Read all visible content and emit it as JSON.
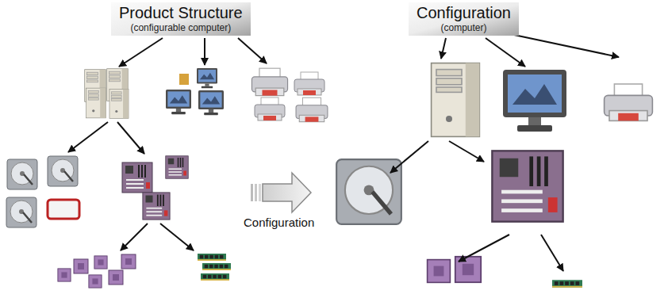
{
  "diagram": {
    "nodes": [
      {
        "text": [
          "Product Structure",
          "(configurable computer)"
        ]
      },
      {
        "text": [
          "Configuration",
          "(computer)"
        ]
      }
    ],
    "labels": [
      "Configuration"
    ]
  }
}
